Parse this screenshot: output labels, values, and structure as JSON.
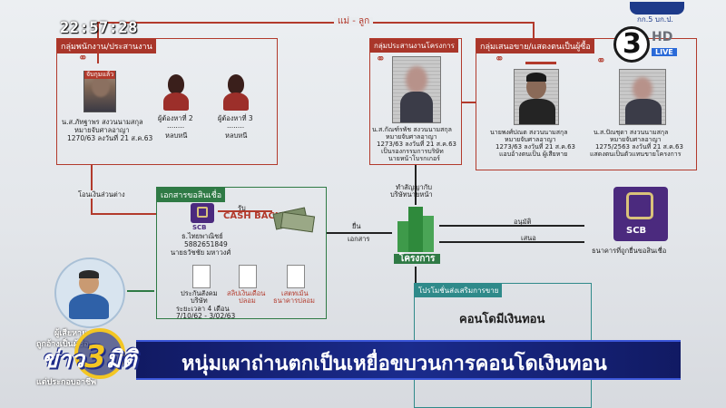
{
  "overlay": {
    "clock": "22:57:28",
    "channel_number": "3",
    "channel_hd": "HD",
    "channel_live": "LIVE",
    "show_name_left": "ข่าว",
    "show_name_num": "3",
    "show_name_right": "มิติ",
    "headline": "หนุ่มเผาถ่านตกเป็นเหยื่อขบวนการคอนโดเงินทอน"
  },
  "diagram": {
    "top_link_label": "แม่ - ลูก",
    "logo_caption": "กก.5 บก.ป.",
    "group_staff": {
      "title": "กลุ่มพนักงาน/ประสานงาน",
      "badge": "จับกุมแล้ว",
      "person1": [
        "น.ส.ภัทฐาพร สงวนนามสกุล",
        "หมายจับศาลอาญา",
        "1270/63 ลงวันที่ 21 ส.ค.63"
      ],
      "person2": [
        "ผู้ต้องหาที่ 2",
        "........",
        "หลบหนี"
      ],
      "person3": [
        "ผู้ต้องหาที่ 3",
        "........",
        "หลบหนี"
      ]
    },
    "group_project": {
      "title": "กลุ่มประสานงานโครงการ",
      "person": [
        "น.ส.กัณฑ์รพัช สงวนนามสกุล",
        "หมายจับศาลอาญา",
        "1273/63 ลงวันที่ 21 ส.ค.63",
        "เป็นรองกรรมการบริษัท",
        "นายหน้าโบรกเกอร์"
      ]
    },
    "group_front": {
      "title": "กลุ่มเสนอขาย/แสดงตนเป็นผู้ซื้อ",
      "person1": [
        "นายพงศ์ปณต สงวนนามสกุล",
        "หมายจับศาลอาญา",
        "1273/63 ลงวันที่ 21 ส.ค.63",
        "แอบอ้างตนเป็น ผู้เสียหาย"
      ],
      "person2": [
        "น.ส.ปัณชุดา สงวนนามสกุล",
        "หมายจับศาลอาญา",
        "1275/2563 ลงวันที่ 21 ส.ค.63",
        "แสดงตนเป็นตัวแทนขายโครงการ"
      ]
    },
    "docs_box": {
      "title": "เอกสารขอสินเชื่อ",
      "bank_name": "SCB",
      "account": [
        "ธ.ไทยพาณิชย์",
        "5882651849",
        "นายธวัชชัย มหาวงศ์"
      ],
      "cashback_label": "CASH BACK",
      "receive_label": "รับ",
      "docs": [
        {
          "label": [
            "ประกันสังคม",
            "บริษัท"
          ]
        },
        {
          "label": [
            "สลิปเงินเดือน",
            "ปลอม"
          ]
        },
        {
          "label": [
            "เสตทเม้น",
            "ธนาคารปลอม"
          ]
        }
      ],
      "period": [
        "ระยะเวลา 4 เดือน",
        "7/10/62 - 3/02/63"
      ]
    },
    "transfer_label": "โอนเงินส่วนต่าง",
    "contract_label": [
      "ทำสัญญากับ",
      "บริษัทนายหน้า"
    ],
    "submit_label": [
      "ยื่น",
      "เอกสาร"
    ],
    "project_label": "โครงการ",
    "approve_label": "อนุมัติ",
    "offer_label": "เสนอ",
    "bank_right": {
      "name": "SCB",
      "caption": "ธนาคารที่ถูกยื่นขอสินเชื่อ"
    },
    "promo_box": {
      "title": "โปรโมชั่นส่งเสริมการขาย",
      "subtitle": "คอนโดมีเงินทอน"
    },
    "victim_caption": [
      "ผู้เสียหาย",
      "ถูกอ้างเป็นผู้ซื้อ",
      "แต่ประกอบอาชีพ"
    ]
  }
}
